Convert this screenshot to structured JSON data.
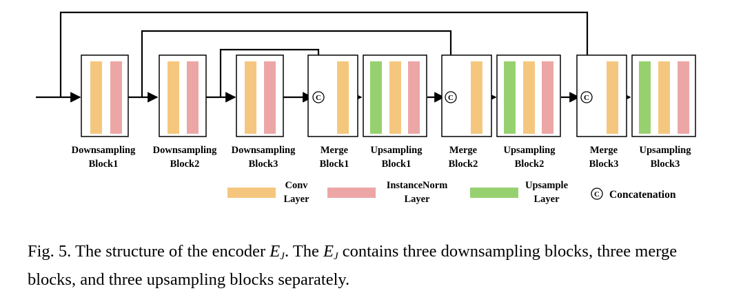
{
  "colors": {
    "conv": "#f5c77e",
    "instance_norm": "#eda6a6",
    "upsample": "#97d16f",
    "line": "#000000",
    "box_border": "#000000"
  },
  "blocks": {
    "down1": {
      "line1": "Downsampling",
      "line2": "Block1"
    },
    "down2": {
      "line1": "Downsampling",
      "line2": "Block2"
    },
    "down3": {
      "line1": "Downsampling",
      "line2": "Block3"
    },
    "merge1": {
      "line1": "Merge",
      "line2": "Block1"
    },
    "up1": {
      "line1": "Upsampling",
      "line2": "Block1"
    },
    "merge2": {
      "line1": "Merge",
      "line2": "Block2"
    },
    "up2": {
      "line1": "Upsampling",
      "line2": "Block2"
    },
    "merge3": {
      "line1": "Merge",
      "line2": "Block3"
    },
    "up3": {
      "line1": "Upsampling",
      "line2": "Block3"
    }
  },
  "concat_symbol": "C",
  "legend": {
    "conv": {
      "line1": "Conv",
      "line2": "Layer"
    },
    "instance_norm": {
      "line1": "InstanceNorm",
      "line2": "Layer"
    },
    "upsample": {
      "line1": "Upsample",
      "line2": "Layer"
    },
    "concatenation": {
      "symbol": "C",
      "label": "Concatenation"
    }
  },
  "caption": {
    "prefix": "Fig. 5.  The structure of the encoder ",
    "sym_main": "E",
    "sym_sub": "J",
    "middle1": ". The ",
    "middle2": " contains three downsampling blocks, three merge blocks, and three upsampling blocks separately."
  }
}
